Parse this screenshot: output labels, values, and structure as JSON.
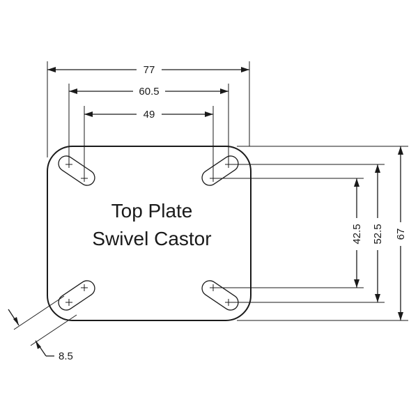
{
  "diagram": {
    "title_line1": "Top Plate",
    "title_line2": "Swivel Castor",
    "dimensions": {
      "width_overall": "77",
      "width_outer_holes": "60.5",
      "width_inner_holes": "49",
      "height_overall": "67",
      "height_outer_holes": "52.5",
      "height_inner_holes": "42.5",
      "slot_width": "8.5"
    }
  }
}
